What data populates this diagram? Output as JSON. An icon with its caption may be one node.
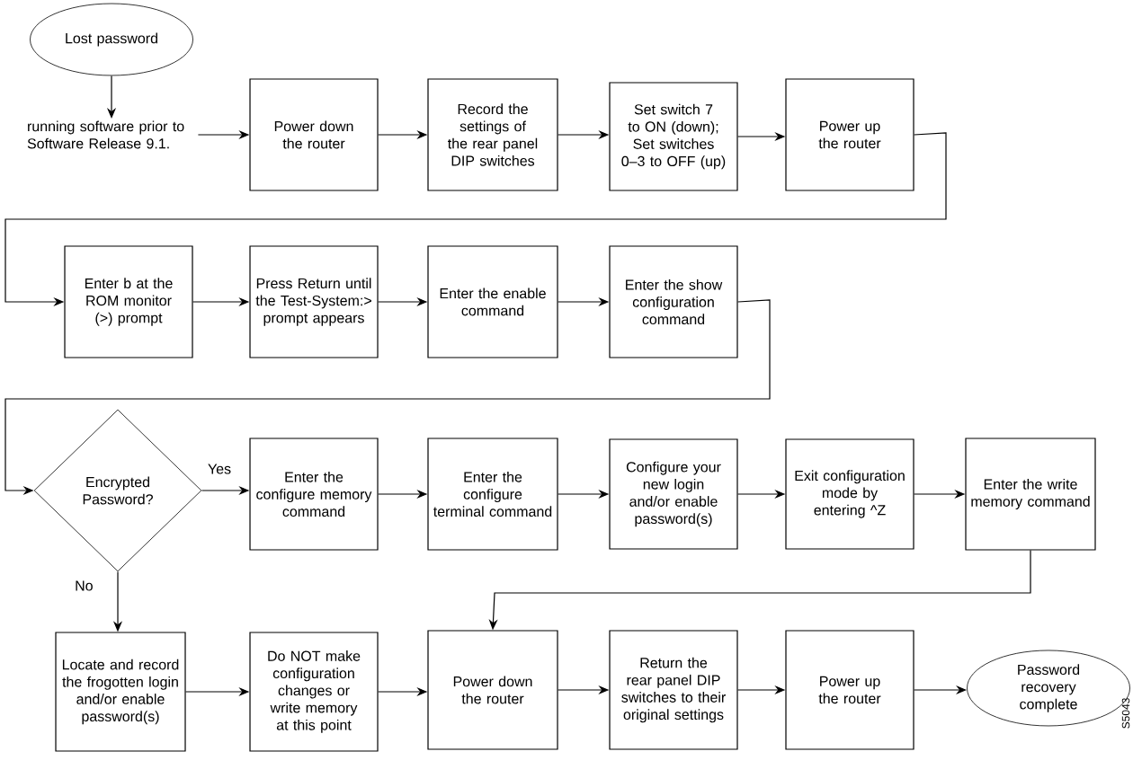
{
  "diagram": {
    "nodes": [
      {
        "text": [
          "Lost password"
        ]
      },
      {
        "text": [
          "running software prior to Software Release 9.1."
        ]
      },
      {
        "text": [
          "Power down the router"
        ]
      },
      {
        "text": [
          "Record the settings of the rear panel DIP switches"
        ]
      },
      {
        "text": [
          "Set switch 7 to ON (down); Set switches 0–3 to OFF (up)"
        ]
      },
      {
        "text": [
          "Power up the router"
        ]
      },
      {
        "text": [
          "Enter b at the ROM monitor (>) prompt"
        ]
      },
      {
        "text": [
          "Press Return until the Test-System:> prompt appears"
        ]
      },
      {
        "text": [
          "Enter the enable command"
        ]
      },
      {
        "text": [
          "Enter the show configuration command"
        ]
      },
      {
        "text": [
          "Encrypted Password?"
        ]
      },
      {
        "text": [
          "Enter the configure memory command"
        ]
      },
      {
        "text": [
          "Enter the configure terminal command"
        ]
      },
      {
        "text": [
          "Configure your new login and/or enable password(s)"
        ]
      },
      {
        "text": [
          "Exit configuration mode by entering ^Z"
        ]
      },
      {
        "text": [
          "Enter the write memory command"
        ]
      },
      {
        "text": [
          "Locate and record the frogotten login and/or enable password(s)"
        ]
      },
      {
        "text": [
          "Do NOT make configuration changes or write memory at this point"
        ]
      },
      {
        "text": [
          "Power down the router"
        ]
      },
      {
        "text": [
          "Return the rear panel DIP switches to their original settings"
        ]
      },
      {
        "text": [
          "Power up the router"
        ]
      },
      {
        "text": [
          "Password recovery complete"
        ]
      }
    ],
    "edges": [
      {
        "from": 0,
        "to": 1,
        "arrow": "to"
      },
      {
        "from": 1,
        "to": 2,
        "arrow": "to"
      },
      {
        "from": 2,
        "to": 3,
        "arrow": "to"
      },
      {
        "from": 3,
        "to": 4,
        "arrow": "to"
      },
      {
        "from": 4,
        "to": 5,
        "arrow": "to"
      },
      {
        "from": 5,
        "to": 6,
        "arrow": "to"
      },
      {
        "from": 6,
        "to": 7,
        "arrow": "to"
      },
      {
        "from": 7,
        "to": 8,
        "arrow": "to"
      },
      {
        "from": 8,
        "to": 9,
        "arrow": "to"
      },
      {
        "from": 9,
        "to": 10,
        "arrow": "to"
      },
      {
        "from": 10,
        "to": 11,
        "arrow": "to",
        "label": "Yes"
      },
      {
        "from": 11,
        "to": 12,
        "arrow": "to"
      },
      {
        "from": 12,
        "to": 13,
        "arrow": "to"
      },
      {
        "from": 13,
        "to": 14,
        "arrow": "to"
      },
      {
        "from": 14,
        "to": 15,
        "arrow": "to"
      },
      {
        "from": 15,
        "to": 18,
        "arrow": "to"
      },
      {
        "from": 10,
        "to": 16,
        "arrow": "to",
        "label": "No"
      },
      {
        "from": 16,
        "to": 17,
        "arrow": "to"
      },
      {
        "from": 17,
        "to": 18,
        "arrow": "to"
      },
      {
        "from": 18,
        "to": 19,
        "arrow": "to"
      },
      {
        "from": 19,
        "to": 20,
        "arrow": "to"
      },
      {
        "from": 20,
        "to": 21,
        "arrow": "to"
      }
    ],
    "labels": [
      "S5043"
    ]
  }
}
